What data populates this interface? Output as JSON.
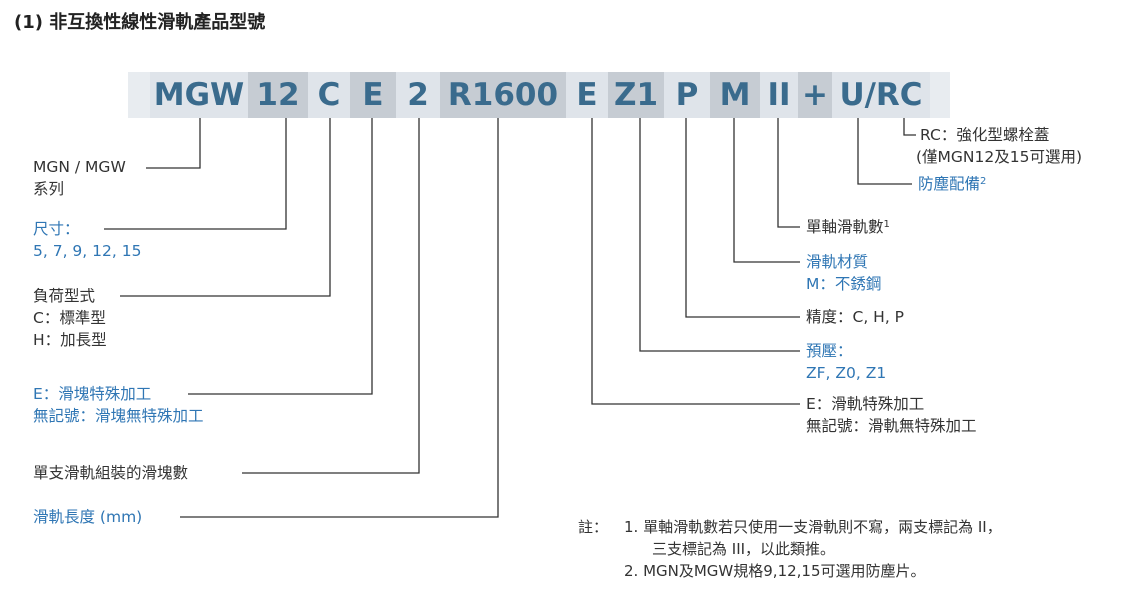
{
  "title": "(1) 非互換性線性滑軌產品型號",
  "code_segments": [
    "MGW",
    "12",
    "C",
    "E",
    "2",
    "R1600",
    "E",
    "Z1",
    "P",
    "M",
    "II",
    "+",
    "U/RC"
  ],
  "labels": {
    "series": [
      "MGN / MGW",
      "系列"
    ],
    "size": [
      "尺寸：",
      "5, 7, 9, 12, 15"
    ],
    "load_type": [
      "負荷型式",
      "C：標準型",
      "H：加長型"
    ],
    "block_special": [
      "E：滑塊特殊加工",
      "無記號：滑塊無特殊加工"
    ],
    "blocks_per_rail": "單支滑軌組裝的滑塊數",
    "rail_length": "滑軌長度 (mm)",
    "rail_special": [
      "E：滑軌特殊加工",
      "無記號：滑軌無特殊加工"
    ],
    "preload": [
      "預壓：",
      "ZF, Z0, Z1"
    ],
    "precision": "精度：C, H, P",
    "rail_material": [
      "滑軌材質",
      "M：不銹鋼"
    ],
    "rails_per_axis": "單軸滑軌數",
    "rails_per_axis_sup": "1",
    "dust_protection": "防塵配備",
    "dust_protection_sup": "2",
    "rc_cap": [
      "RC：強化型螺栓蓋",
      "(僅MGN12及15可選用)"
    ]
  },
  "notes": {
    "prefix": "註：",
    "items": [
      "1. 單軸滑軌數若只使用一支滑軌則不寫，兩支標記為 II，",
      "三支標記為 III，以此類推。",
      "2. MGN及MGW規格9,12,15可選用防塵片。"
    ]
  },
  "colors": {
    "code_text": "#3a6b8d",
    "blue_text": "#2f76b4",
    "line": "#333333",
    "band_light": "#dfe4ea",
    "band_dark": "#c6ccd3"
  }
}
